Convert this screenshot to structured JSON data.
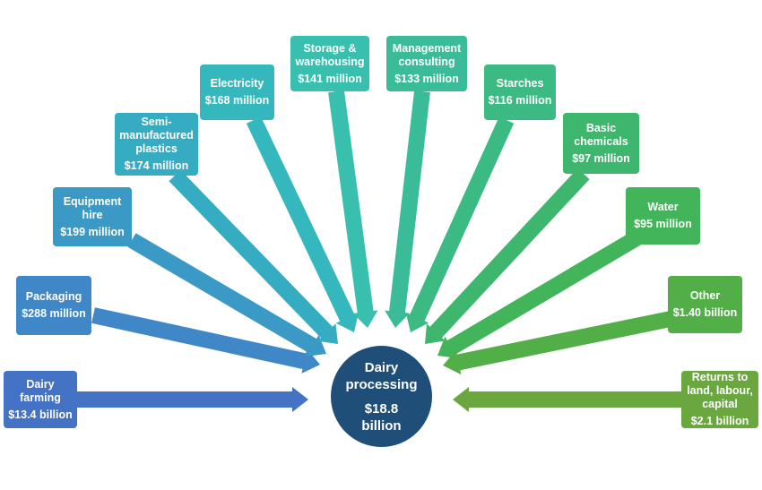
{
  "center": {
    "label": "Dairy\nprocessing",
    "value": "$18.8\nbillion",
    "color": "#1f4e79"
  },
  "inputs": [
    {
      "id": "dairy-farming",
      "label": "Dairy\nfarming",
      "value": "$13.4 billion",
      "color": "#4472c4"
    },
    {
      "id": "packaging",
      "label": "Packaging",
      "value": "$288 million",
      "color": "#3f87c6"
    },
    {
      "id": "equipment-hire",
      "label": "Equipment\nhire",
      "value": "$199 million",
      "color": "#3a9ac5"
    },
    {
      "id": "semi-manufactured-plastics",
      "label": "Semi-\nmanufactured\nplastics",
      "value": "$174 million",
      "color": "#36acc3"
    },
    {
      "id": "electricity",
      "label": "Electricity",
      "value": "$168 million",
      "color": "#35b8bd"
    },
    {
      "id": "storage-warehousing",
      "label": "Storage &\nwarehousing",
      "value": "$141 million",
      "color": "#38bfae"
    },
    {
      "id": "management-consulting",
      "label": "Management\nconsulting",
      "value": "$133 million",
      "color": "#3bbc98"
    },
    {
      "id": "starches",
      "label": "Starches",
      "value": "$116 million",
      "color": "#3cba84"
    },
    {
      "id": "basic-chemicals",
      "label": "Basic\nchemicals",
      "value": "$97 million",
      "color": "#3eb66d"
    },
    {
      "id": "water",
      "label": "Water",
      "value": "$95 million",
      "color": "#42b55a"
    },
    {
      "id": "other",
      "label": "Other",
      "value": "$1.40 billion",
      "color": "#52ae47"
    },
    {
      "id": "returns",
      "label": "Returns to\nland, labour,\ncapital",
      "value": "$2.1 billion",
      "color": "#6aa73f"
    }
  ]
}
